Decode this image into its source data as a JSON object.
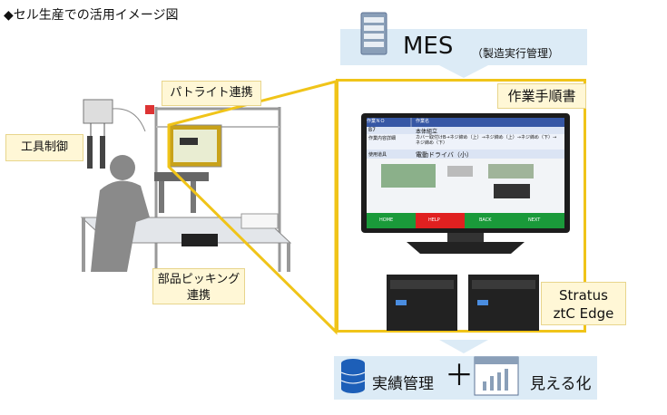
{
  "title": "◆セル生産での活用イメージ図",
  "mes": {
    "title": "MES",
    "subtitle": "（製造実行管理）"
  },
  "labels": {
    "patlite": "パトライト連携",
    "kougu": "工具制御",
    "picking_line1": "部品ピッキング",
    "picking_line2": "連携",
    "procedure": "作業手順書",
    "stratus_line1": "Stratus",
    "stratus_line2": "ztC Edge"
  },
  "screen": {
    "header_left": "作業ＮＯ",
    "header_right": "作業名",
    "row1_left": "B7",
    "row1_right": "本体組立",
    "row2_left": "作業内容詳細",
    "row2_right": "カバー取付けB→ネジ締め（上）→ネジ締め（上）→ネジ締め（下）→ネジ締め（下）",
    "row3_left": "使用道具",
    "row3_right": "電動ドライバ（小）",
    "buttons": [
      "HOME",
      "HELP",
      "BACK",
      "NEXT"
    ],
    "button_colors": [
      "#1a9a3a",
      "#e02020",
      "#1a9a3a",
      "#1a9a3a"
    ]
  },
  "bottom": {
    "left": "実績管理",
    "plus": "＋",
    "right": "見える化"
  },
  "colors": {
    "accent": "#f0c419",
    "band": "#dcebf6",
    "label_bg": "#fff7d6"
  }
}
